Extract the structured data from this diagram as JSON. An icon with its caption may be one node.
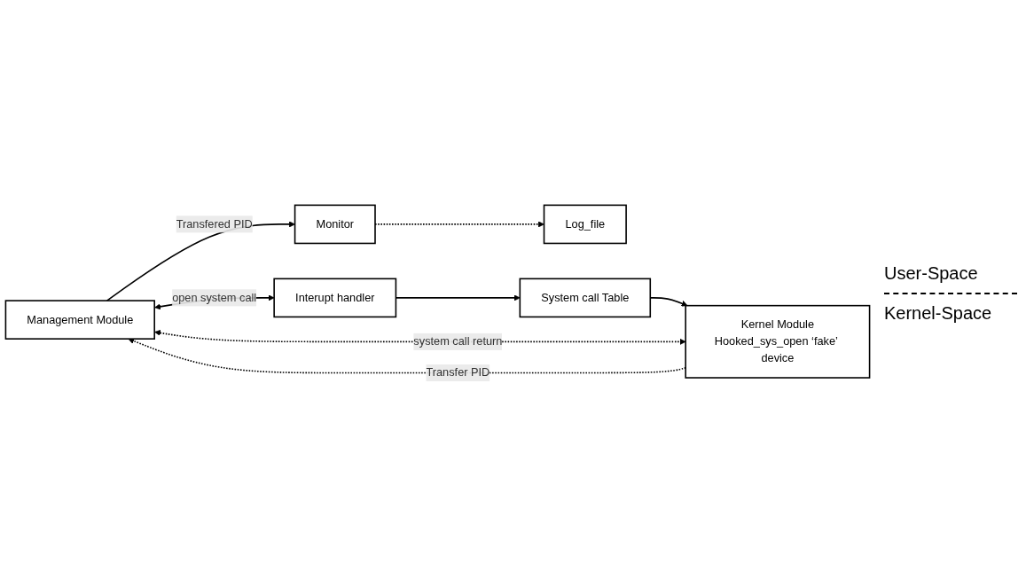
{
  "diagram": {
    "nodes": [
      {
        "text": [
          "Monitor"
        ]
      },
      {
        "text": [
          "Log_file"
        ]
      },
      {
        "text": [
          "Management Module"
        ]
      },
      {
        "text": [
          "Interupt handler"
        ]
      },
      {
        "text": [
          "System call Table"
        ]
      },
      {
        "text": [
          "Kernel Module",
          "Hooked_sys_open ‘fake’ device"
        ]
      }
    ],
    "edges": [
      {
        "from": 2,
        "to": 0,
        "arrow": "to",
        "label": "Transfered PID"
      },
      {
        "from": 0,
        "to": 1,
        "arrow": "to",
        "style": "dashed"
      },
      {
        "from": 2,
        "to": 3,
        "arrow": "both",
        "label": "open system call"
      },
      {
        "from": 3,
        "to": 4,
        "arrow": "to"
      },
      {
        "from": 4,
        "to": 5,
        "arrow": "to"
      },
      {
        "from": 2,
        "to": 5,
        "arrow": "both",
        "style": "dashed",
        "label": "system call return"
      },
      {
        "from": 5,
        "to": 2,
        "arrow": "to",
        "style": "dashed",
        "label": "Transfer PID"
      }
    ],
    "labels": [
      "User-Space",
      "Kernel-Space"
    ]
  }
}
